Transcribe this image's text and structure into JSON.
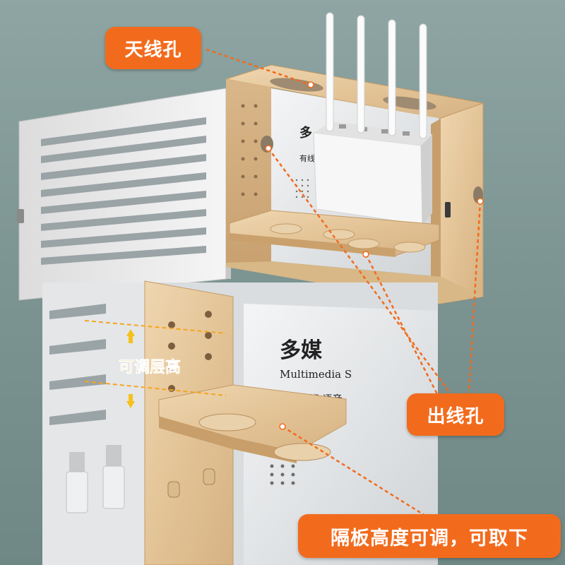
{
  "callouts": {
    "antenna_holes": "天线孔",
    "outlet_holes": "出线孔",
    "shelf_adjustable": "隔板高度可调，可取下",
    "adjustable_height": "可调层高"
  },
  "panel_text": {
    "small_char": "多",
    "small_subtitle": "有线",
    "zoom_title": "多媒",
    "zoom_english": "Multimedia S",
    "zoom_chinese": "有线电视 语音"
  },
  "colors": {
    "accent": "#f26b1d",
    "wall": "#7f9796",
    "wood": "#e6c9a0",
    "door": "#eeeeee"
  }
}
